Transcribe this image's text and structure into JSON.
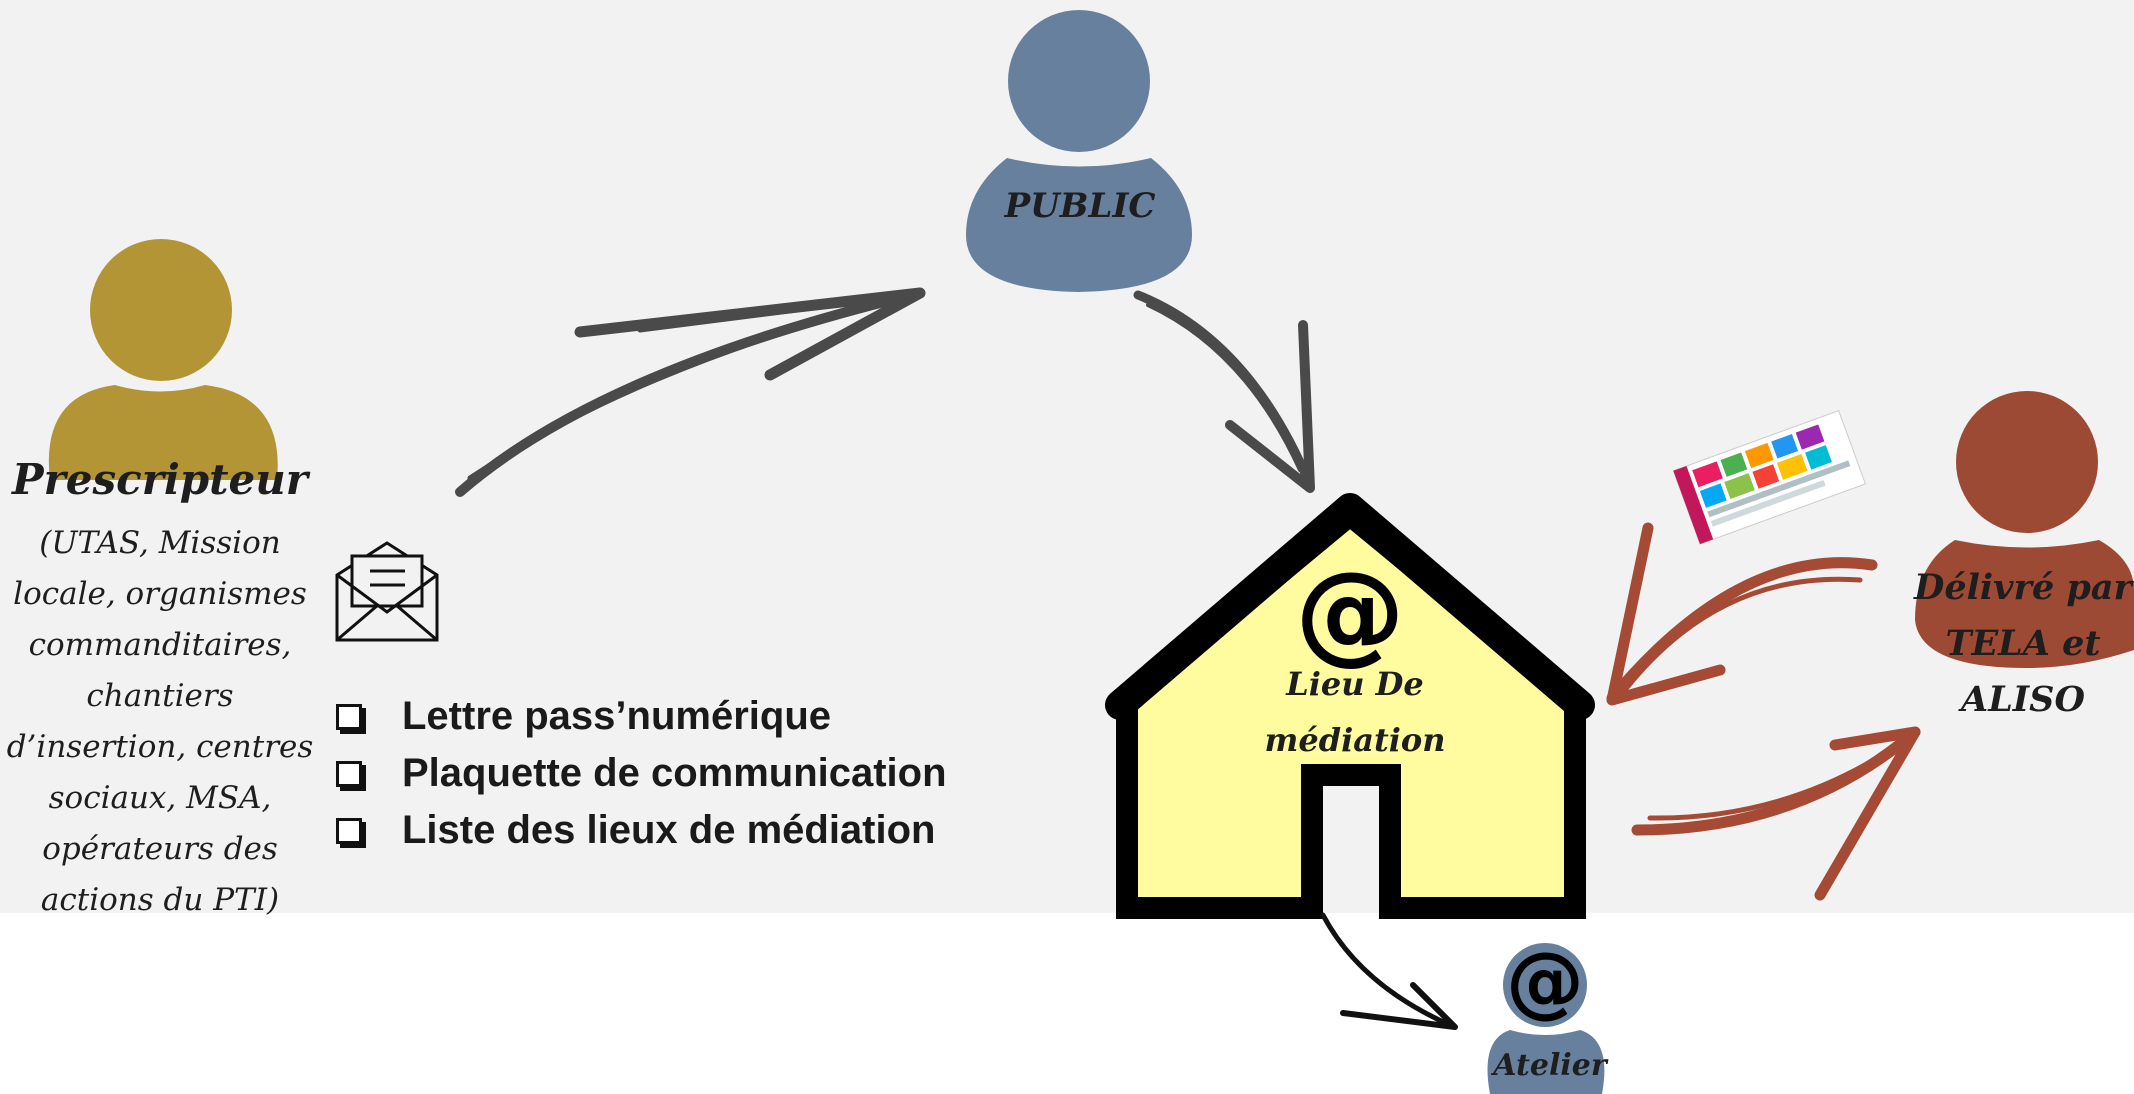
{
  "prescripteur": {
    "title": "Prescripteur",
    "lines": [
      "(UTAS, Mission",
      "locale, organismes",
      "commanditaires,",
      "chantiers",
      "d’insertion, centres",
      "sociaux, MSA,",
      "opérateurs des",
      "actions du PTI)"
    ]
  },
  "public": {
    "label": "PUBLIC"
  },
  "delivre": {
    "lines": [
      "Délivré par",
      "TELA et",
      "ALISO"
    ]
  },
  "lieu": {
    "symbol": "@",
    "lines": [
      "Lieu De",
      "médiation"
    ]
  },
  "atelier": {
    "symbol": "@",
    "label": "Atelier"
  },
  "documents": [
    "Lettre pass’numérique",
    "Plaquette de communication",
    "Liste des lieux de médiation"
  ],
  "colors": {
    "background_band": "#f2f2f2",
    "prescripteur": "#b39535",
    "public": "#66809e",
    "delivre": "#9d4a35",
    "house_fill": "#fffca0",
    "arrow_gray": "#4a4a4a",
    "arrow_red": "#a44a35"
  },
  "icons": [
    "person-icon",
    "envelope-icon",
    "house-icon",
    "aptic-voucher-icon",
    "at-sign-icon"
  ]
}
